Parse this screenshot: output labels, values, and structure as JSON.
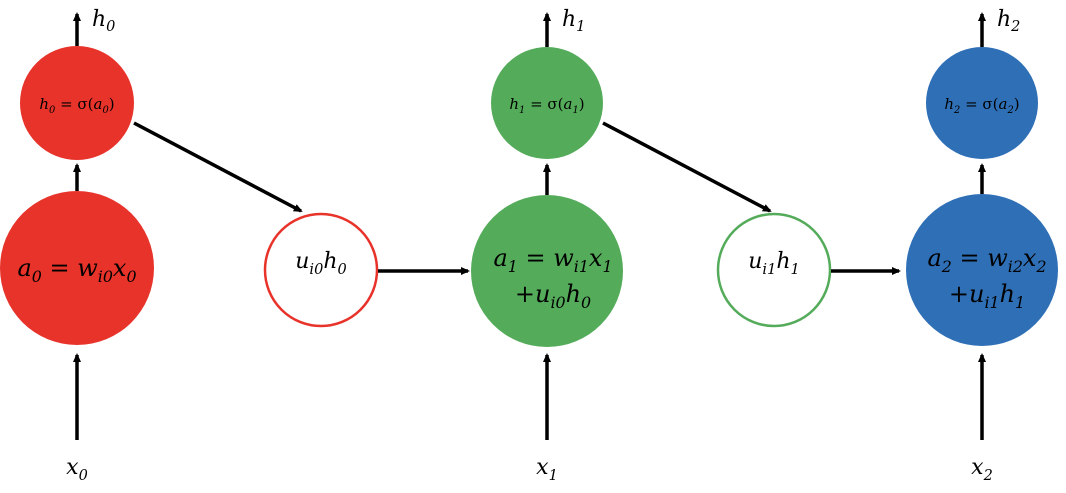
{
  "colors": {
    "red": "#e8332b",
    "green": "#54ab5a",
    "blue": "#2f6fb6",
    "arrow": "#000000"
  },
  "columns": [
    {
      "color_key": "red",
      "output": {
        "base": "h",
        "sub": "0"
      },
      "input": {
        "base": "x",
        "sub": "0"
      },
      "activation": {
        "lhs_base": "h",
        "lhs_sub": "0",
        "rhs": "= σ(",
        "arg_base": "a",
        "arg_sub": "0",
        "close": ")"
      },
      "sum_line1": {
        "a_sub": "0",
        "eq": "=",
        "w_sub": "i0",
        "x_sub": "0"
      },
      "sum_line2": null
    },
    {
      "color_key": "green",
      "output": {
        "base": "h",
        "sub": "1"
      },
      "input": {
        "base": "x",
        "sub": "1"
      },
      "activation": {
        "lhs_base": "h",
        "lhs_sub": "1",
        "rhs": "= σ(",
        "arg_base": "a",
        "arg_sub": "1",
        "close": ")"
      },
      "sum_line1": {
        "a_sub": "1",
        "eq": "=",
        "w_sub": "i1",
        "x_sub": "1"
      },
      "sum_line2": {
        "plus": "+u",
        "u_sub": "i0",
        "h_sub": "0"
      }
    },
    {
      "color_key": "blue",
      "output": {
        "base": "h",
        "sub": "2"
      },
      "input": {
        "base": "x",
        "sub": "2"
      },
      "activation": {
        "lhs_base": "h",
        "lhs_sub": "2",
        "rhs": "= σ(",
        "arg_base": "a",
        "arg_sub": "2",
        "close": ")"
      },
      "sum_line1": {
        "a_sub": "2",
        "eq": "=",
        "w_sub": "i2",
        "x_sub": "2"
      },
      "sum_line2": {
        "plus": "+u",
        "u_sub": "i1",
        "h_sub": "1"
      }
    }
  ],
  "recurrent_nodes": [
    {
      "color_key": "red",
      "label": {
        "u_sub": "i0",
        "h_sub": "0"
      }
    },
    {
      "color_key": "green",
      "label": {
        "u_sub": "i1",
        "h_sub": "1"
      }
    }
  ]
}
